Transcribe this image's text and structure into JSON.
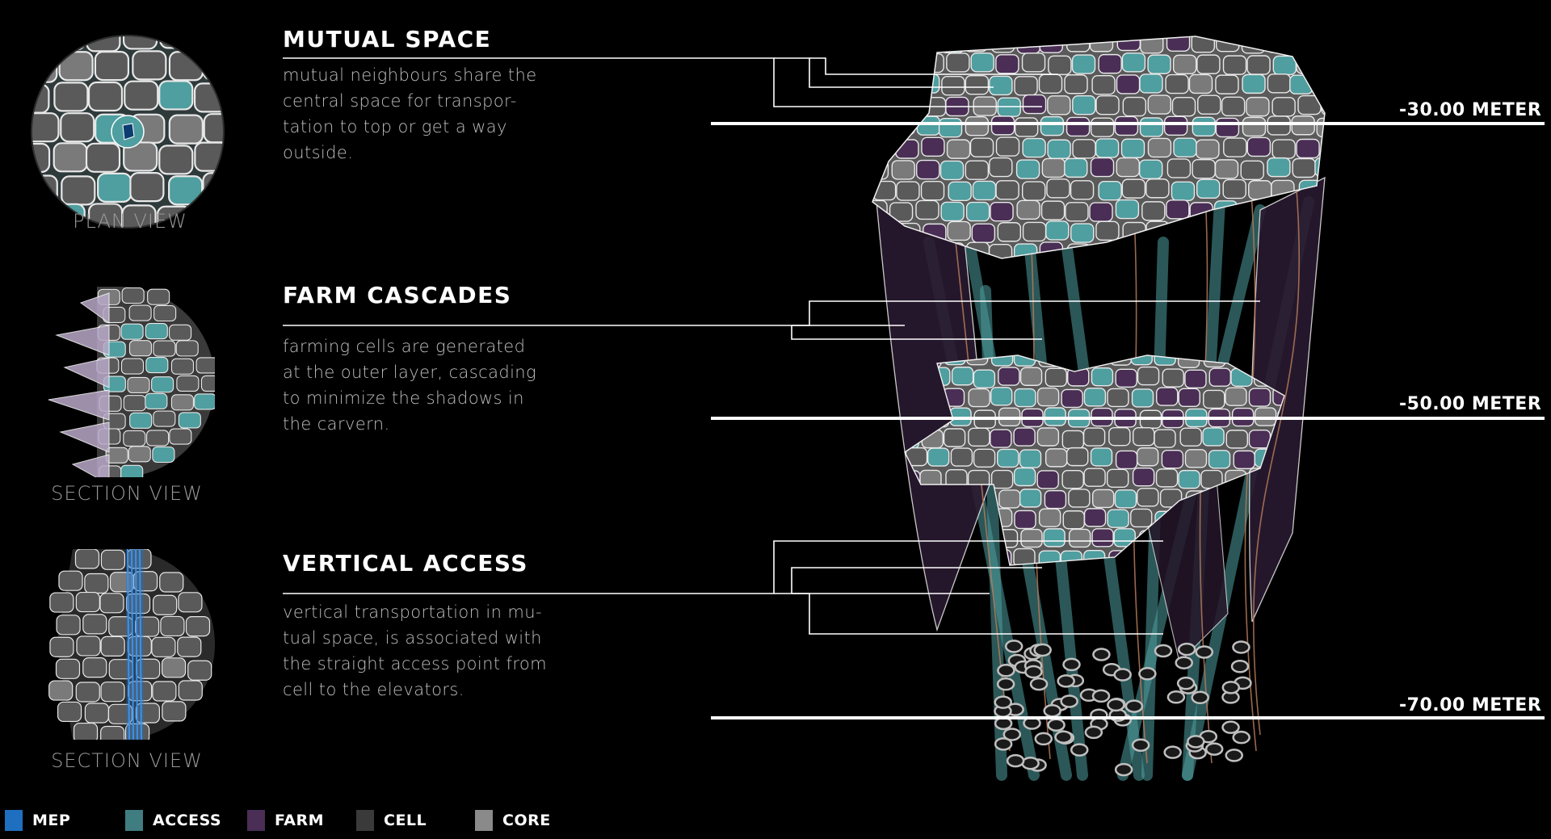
{
  "views": [
    {
      "label": "PLAN VIEW"
    },
    {
      "label": "SECTION VIEW"
    },
    {
      "label": "SECTION VIEW"
    }
  ],
  "sections": [
    {
      "title": "MUTUAL SPACE",
      "lines": [
        "mutual neighbours share the",
        "central space for transpor-",
        "tation to top or get a way",
        "outside."
      ]
    },
    {
      "title": "FARM CASCADES",
      "lines": [
        "farming cells are generated",
        "at the outer layer, cascading",
        "to minimize the shadows in",
        "the carvern."
      ]
    },
    {
      "title": "VERTICAL ACCESS",
      "lines": [
        "vertical transportation in mu-",
        "tual space, is associated with",
        "the straight access point from",
        "cell to the elevators."
      ]
    }
  ],
  "levels": [
    {
      "label": "-30.00 METER"
    },
    {
      "label": "-50.00 METER"
    },
    {
      "label": "-70.00 METER"
    }
  ],
  "legend": [
    {
      "label": "MEP",
      "color": "#1f6fc0"
    },
    {
      "label": "ACCESS",
      "color": "#3f7d80"
    },
    {
      "label": "FARM",
      "color": "#4a2e55"
    },
    {
      "label": "CELL",
      "color": "#3a3a3a"
    },
    {
      "label": "CORE",
      "color": "#8a8a8a"
    }
  ],
  "colors": {
    "background": "#000000",
    "access": "#4f9ea0",
    "farm": "#4a2e55",
    "cell": "#5a5a5a",
    "mep": "#1f6fc0",
    "wall": "#2a1a30",
    "root": "#b57a5a"
  }
}
